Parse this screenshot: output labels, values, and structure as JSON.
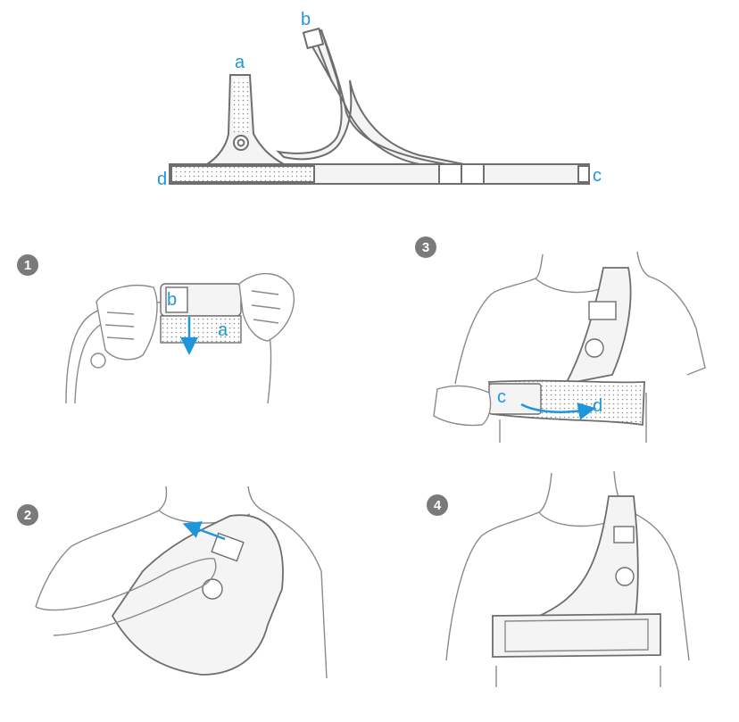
{
  "colors": {
    "accent": "#1e96dc",
    "line": "#6e6e6e",
    "strap_fill": "#f4f4f4",
    "badge": "#7a7a7a"
  },
  "overview": {
    "labels": {
      "a": "a",
      "b": "b",
      "c": "c",
      "d": "d"
    }
  },
  "steps": [
    {
      "number": "1",
      "labels": [
        "b",
        "a"
      ]
    },
    {
      "number": "2",
      "labels": []
    },
    {
      "number": "3",
      "labels": [
        "c",
        "d"
      ]
    },
    {
      "number": "4",
      "labels": []
    }
  ]
}
